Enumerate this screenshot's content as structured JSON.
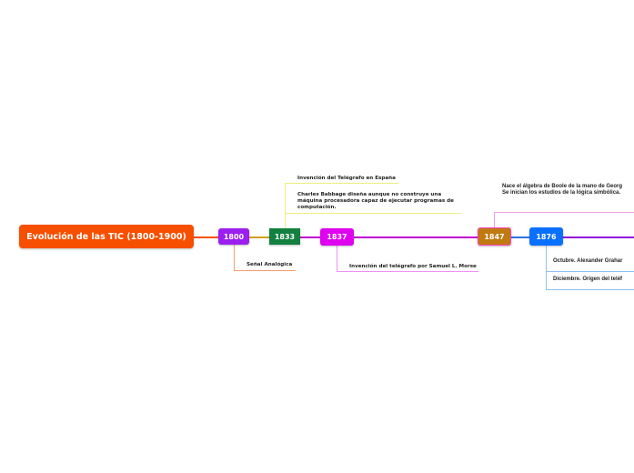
{
  "root": {
    "label": "Evolución de las TIC (1800-1900)",
    "color": "#f74f00"
  },
  "nodes": [
    {
      "year": "1800",
      "color": "#9b1ff0",
      "topics": [
        "Señal Analógica"
      ]
    },
    {
      "year": "1833",
      "color": "#138040",
      "topics": [
        "Invención del Telégrafo en España",
        "Charles Babbage diseña aunque no construye una",
        "máquina procesadora capaz de ejecutar programas de",
        "computación."
      ]
    },
    {
      "year": "1837",
      "color": "#e000f0",
      "topics": [
        "Invención del telégrafo por Samuel L. Morse"
      ]
    },
    {
      "year": "1847",
      "color": "#c07a10",
      "topics": [
        "Nace el álgebra de Boole de la mano de Georg",
        "Se inician los estudios de la lógica simbólica."
      ]
    },
    {
      "year": "1876",
      "color": "#0a70ff",
      "topics": [
        "Octubre. Alexander Grahar",
        "Diciembre. Origen del teléf"
      ]
    }
  ]
}
